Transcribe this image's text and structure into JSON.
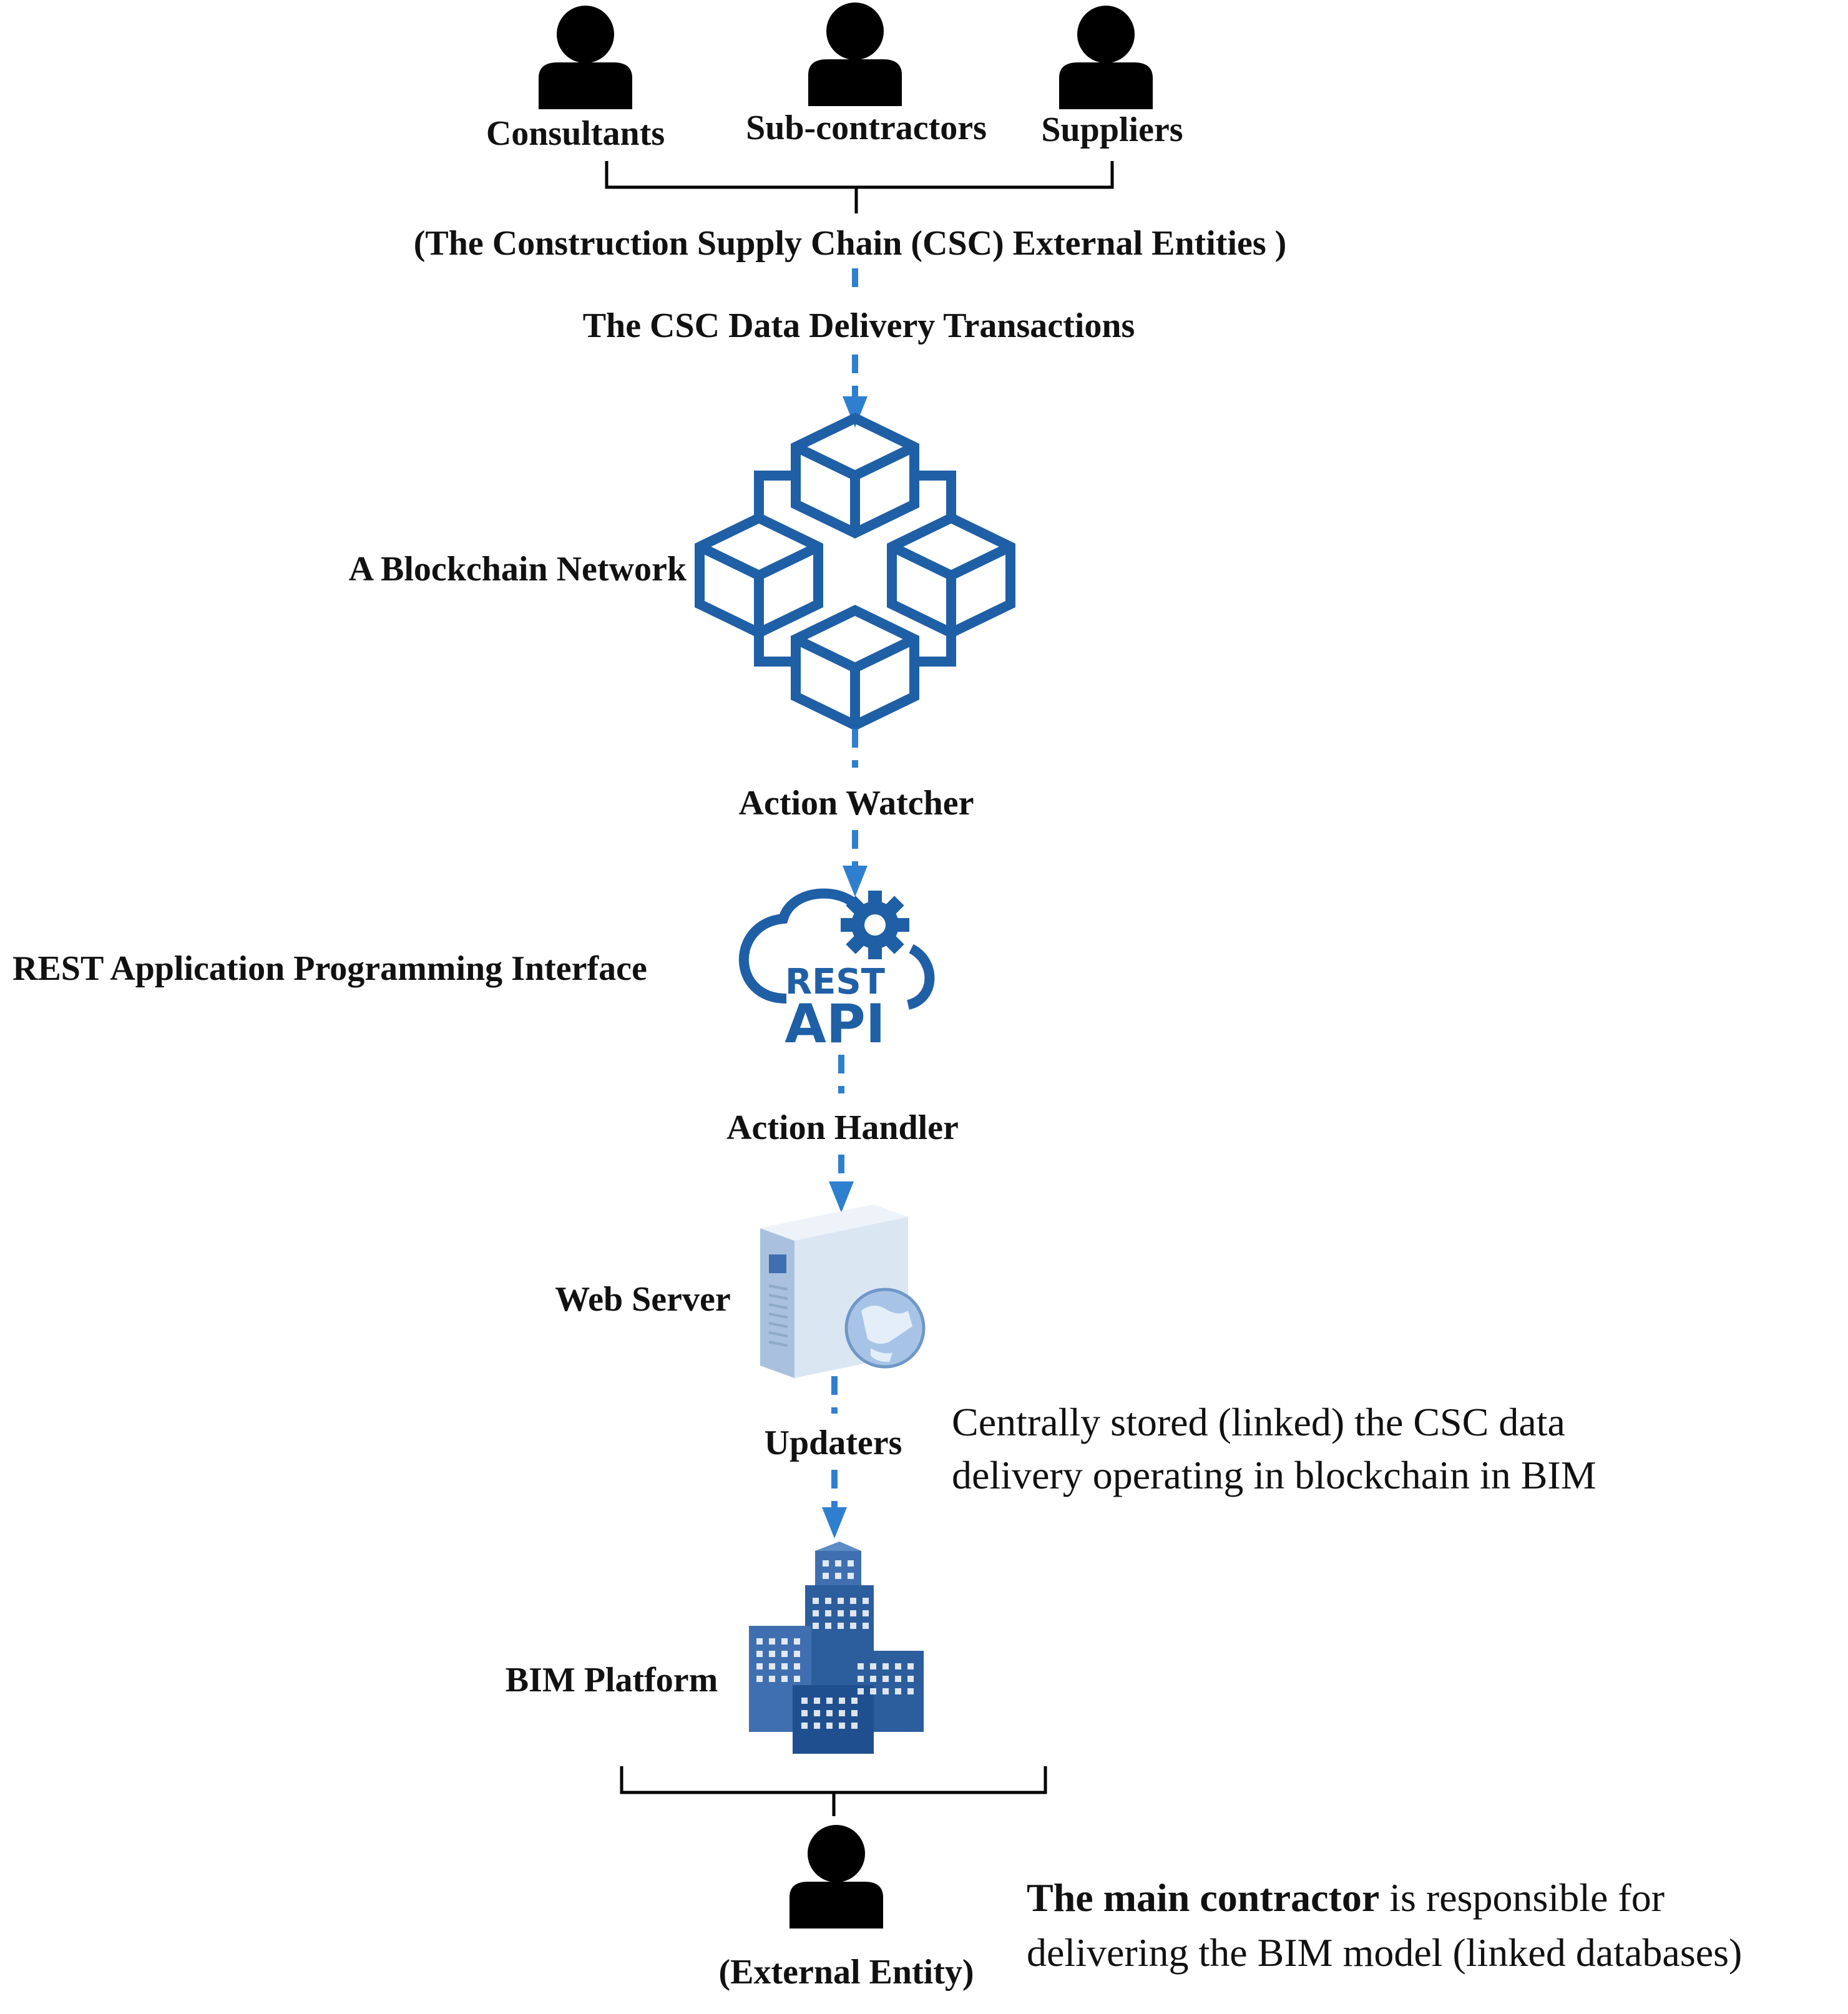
{
  "entities": {
    "consultants": "Consultants",
    "subcontractors": "Sub-contractors",
    "suppliers": "Suppliers",
    "group_caption": "(The Construction Supply Chain (CSC) External Entities )"
  },
  "flow": {
    "transactions": "The CSC Data Delivery Transactions",
    "blockchain": "A Blockchain Network",
    "action_watcher": "Action Watcher",
    "rest_api": "REST Application Programming Interface",
    "rest_icon_top": "REST",
    "rest_icon_bottom": "API",
    "action_handler": "Action Handler",
    "web_server": "Web Server",
    "updaters": "Updaters",
    "bim_platform": "BIM Platform"
  },
  "notes": {
    "central_line1": "Centrally stored (linked) the CSC data",
    "central_line2": "delivery operating in blockchain  in BIM",
    "contractor_bold": "The main contractor",
    "contractor_rest": " is responsible  for",
    "contractor_line2": "delivering  the BIM model (linked databases)"
  },
  "contractor": {
    "caption": "(External Entity)"
  },
  "colors": {
    "blue_dark": "#1f5fa6",
    "blue_arrow": "#2f7fd0",
    "text": "#111111"
  }
}
